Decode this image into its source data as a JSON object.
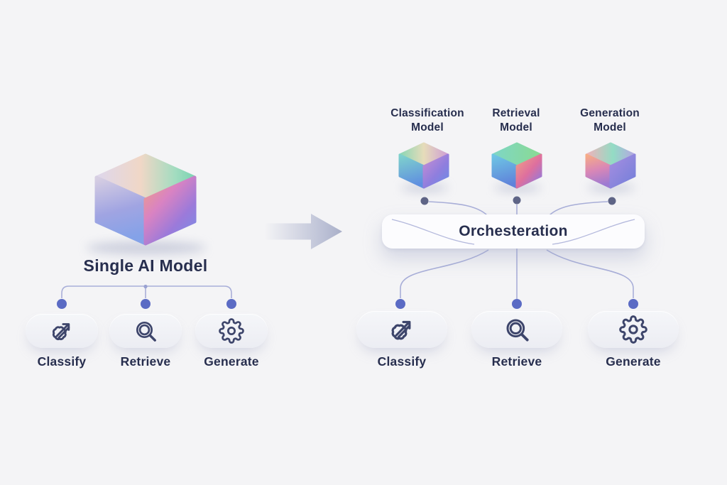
{
  "colors": {
    "background": "#f4f4f6",
    "text": "#272e4e",
    "connector_line": "#a8aed8",
    "branch_dot": "#5b6bc4",
    "model_node_dot": "#5e6486",
    "arrow": "#a9afc8",
    "icon_stroke": "#3d456b"
  },
  "left_panel": {
    "title": "Single AI Model",
    "tasks": [
      {
        "label": "Classify",
        "icon": "classify-dart-icon"
      },
      {
        "label": "Retrieve",
        "icon": "magnifier-icon"
      },
      {
        "label": "Generate",
        "icon": "gear-icon"
      }
    ]
  },
  "right_panel": {
    "models": [
      {
        "label": "Classification\nModel"
      },
      {
        "label": "Retrieval\nModel"
      },
      {
        "label": "Generation\nModel"
      }
    ],
    "orchestrator": {
      "label": "Orchesteration"
    },
    "tasks": [
      {
        "label": "Classify",
        "icon": "classify-dart-icon"
      },
      {
        "label": "Retrieve",
        "icon": "magnifier-icon"
      },
      {
        "label": "Generate",
        "icon": "gear-icon"
      }
    ]
  }
}
